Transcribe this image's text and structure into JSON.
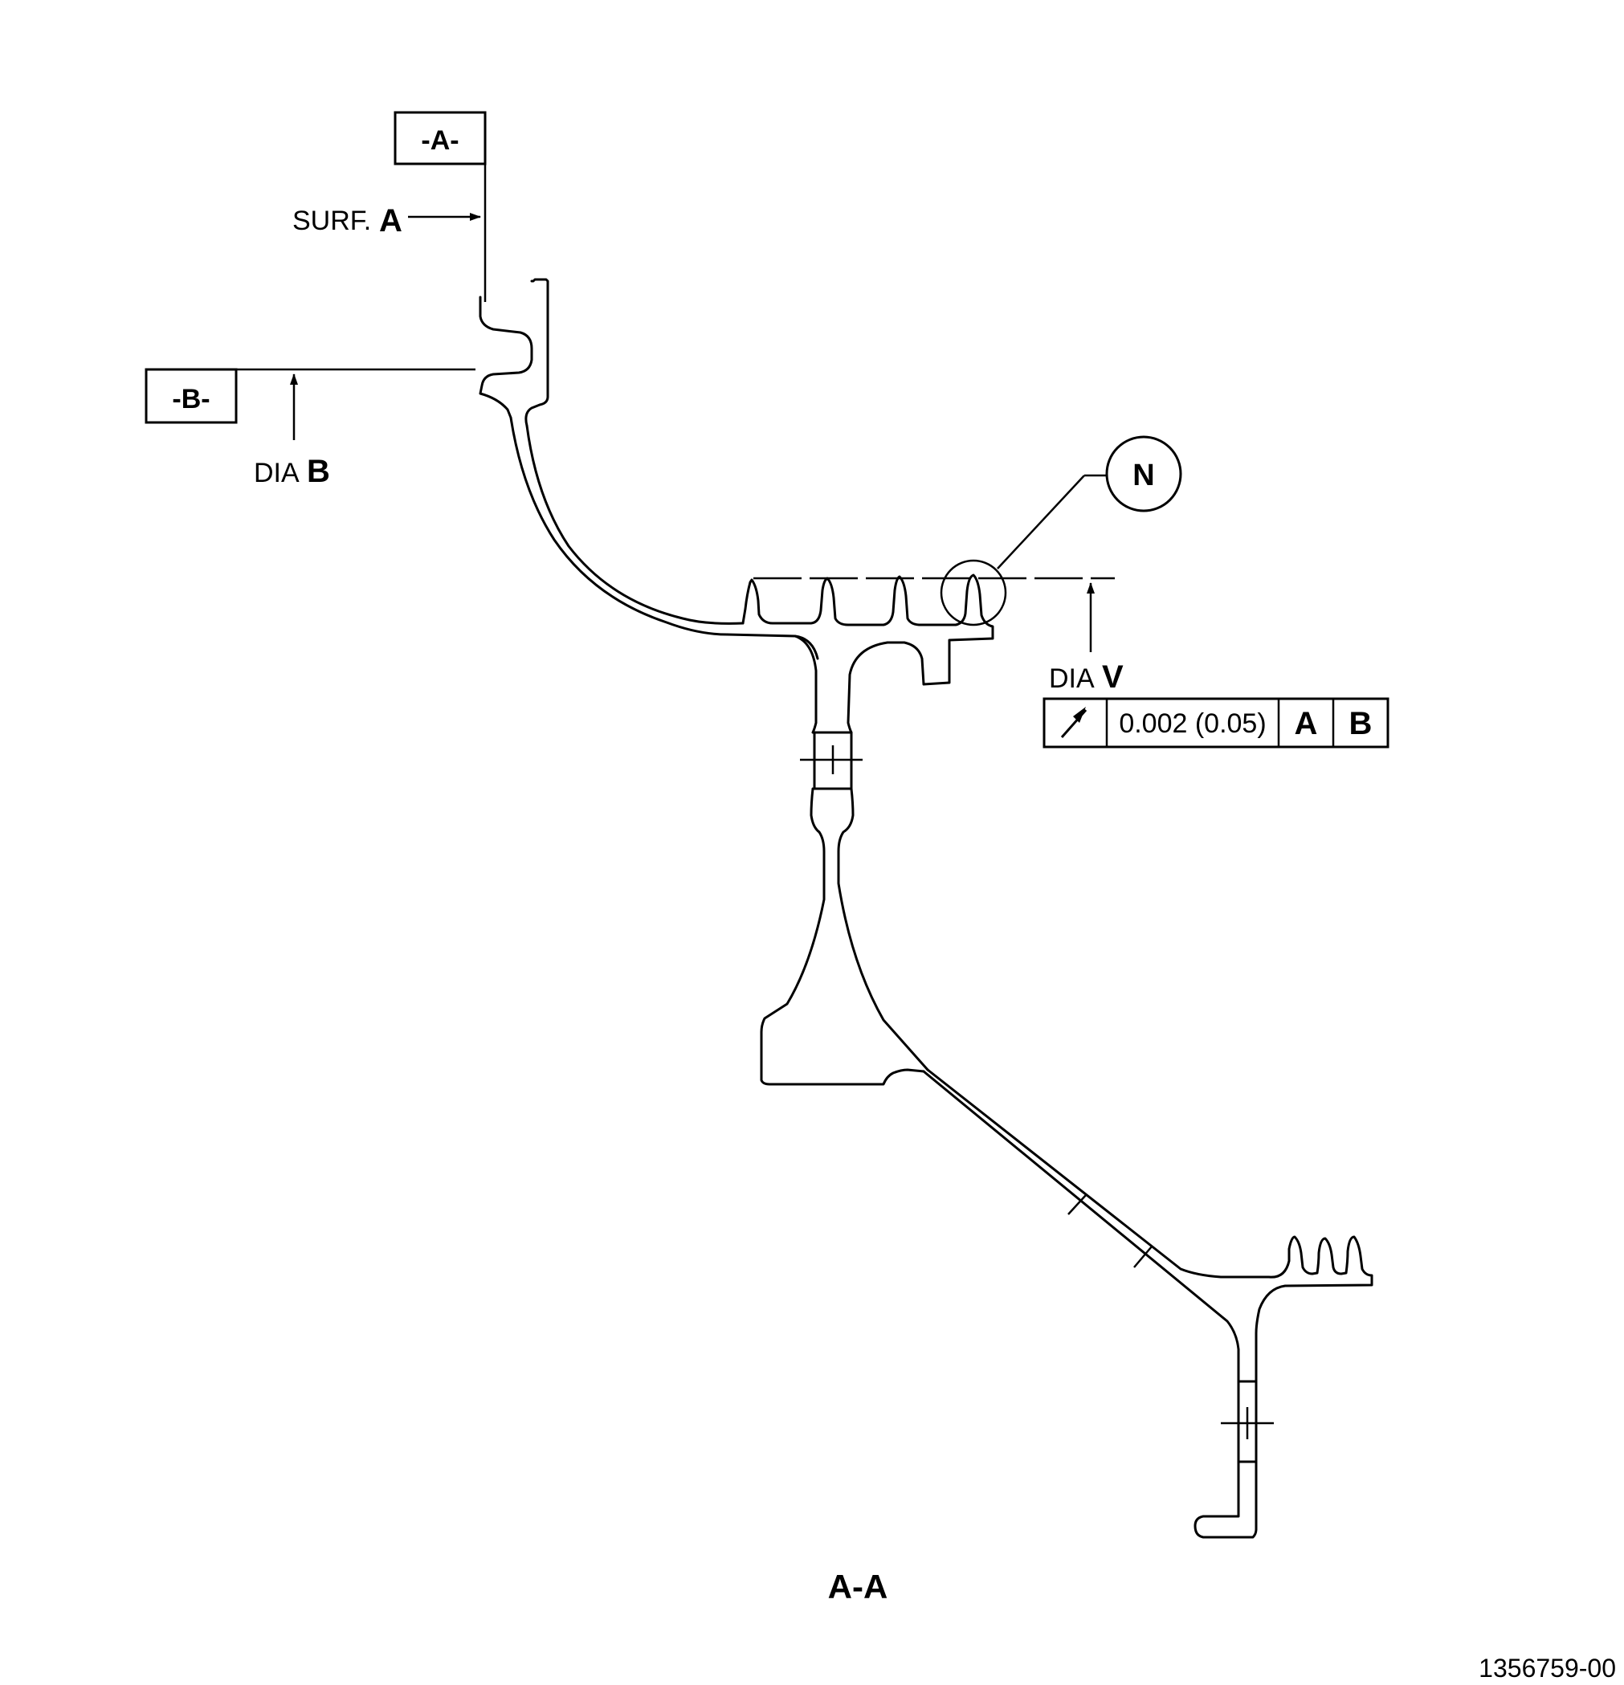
{
  "datums": {
    "a_label": "-A-",
    "b_label": "-B-"
  },
  "annotations": {
    "surf_prefix": "SURF.",
    "surf_letter": "A",
    "dia_b_prefix": "DIA",
    "dia_b_letter": "B",
    "dia_v_prefix": "DIA",
    "dia_v_letter": "V"
  },
  "detail_callout": {
    "letter": "N"
  },
  "feature_control_frame": {
    "symbol": "runout-icon",
    "tolerance": "0.002 (0.05)",
    "datum_1": "A",
    "datum_2": "B"
  },
  "section_label": "A-A",
  "drawing_number": "1356759-00"
}
